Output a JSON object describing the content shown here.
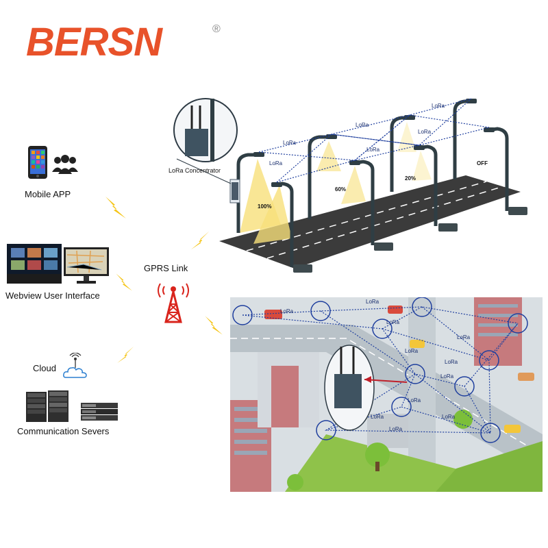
{
  "brand": {
    "name": "BERSN",
    "registered_mark": "®",
    "color": "#e8522a",
    "accent_color": "#9aa3ad"
  },
  "labels": {
    "mobile_app": "Mobile APP",
    "webview": "Webview User Interface",
    "cloud": "Cloud",
    "servers": "Communication Severs",
    "gprs_link": "GPRS Link",
    "lora_concentrator": "LoRa Concentrator",
    "lora": "LoRa"
  },
  "dimming_levels": [
    "100%",
    "60%",
    "20%",
    "OFF"
  ],
  "icons": [
    "smartphone-icon",
    "users-icon",
    "monitor-icon",
    "cloud-icon",
    "server-icon",
    "antenna-tower-icon",
    "lightning-icon",
    "wifi-signal-icon"
  ],
  "colors": {
    "link_line": "#1f3f9e",
    "lightning": "#f5c518",
    "tower": "#d9241c",
    "road": "#3b3b3b",
    "light_beam": "#f7e07a"
  }
}
